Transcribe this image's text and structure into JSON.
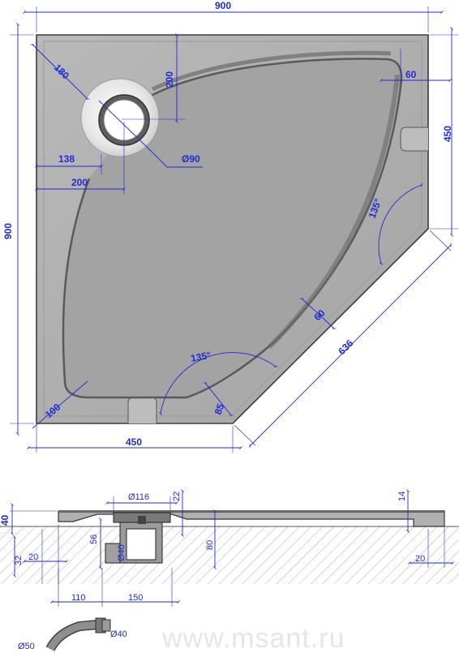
{
  "plan_view": {
    "dimensions": {
      "overall_width": "900",
      "overall_height": "900",
      "drain_offset_diag": "180",
      "drain_offset_top": "200",
      "rim_top_right": "60",
      "right_side": "450",
      "side_from_left": "138",
      "drain_from_left": "200",
      "drain_diameter": "Ø90",
      "angle_right": "135°",
      "rim_diag": "60",
      "diagonal_length": "636",
      "angle_bottom": "135°",
      "rim_bottom": "85",
      "corner_radius": "100",
      "bottom_side": "450"
    }
  },
  "section_view": {
    "dimensions": {
      "total_height": "40",
      "drain_top_diameter": "Ø116",
      "rim_left": "22",
      "rim_right": "14",
      "drain_depth": "56",
      "pipe_diameter": "Ø40",
      "overall_depth": "80",
      "base_height": "32",
      "margin_left": "20",
      "margin_right": "20",
      "offset_110": "110",
      "offset_150": "150"
    }
  },
  "siphon": {
    "inlet_diameter": "Ø50",
    "outlet_diameter": "Ø40"
  },
  "watermark": "www.msant.ru",
  "colors": {
    "dimension": "#1f2bd6",
    "tray_fill": "#a9a9a9",
    "tray_edge": "#444444",
    "hatch": "#8c8c8c"
  }
}
